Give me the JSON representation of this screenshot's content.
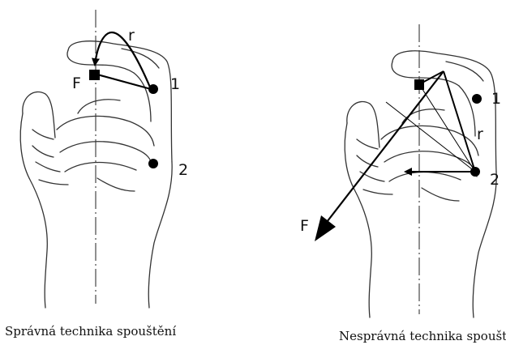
{
  "left_panel": {
    "caption": "Správná technika spouštění",
    "labels": {
      "radius": "r",
      "force": "F",
      "point_1": "1",
      "point_2": "2"
    }
  },
  "right_panel": {
    "caption": "Nesprávná technika spouštění",
    "labels": {
      "radius": "r",
      "force": "F",
      "point_1": "1",
      "point_2": "2"
    }
  }
}
